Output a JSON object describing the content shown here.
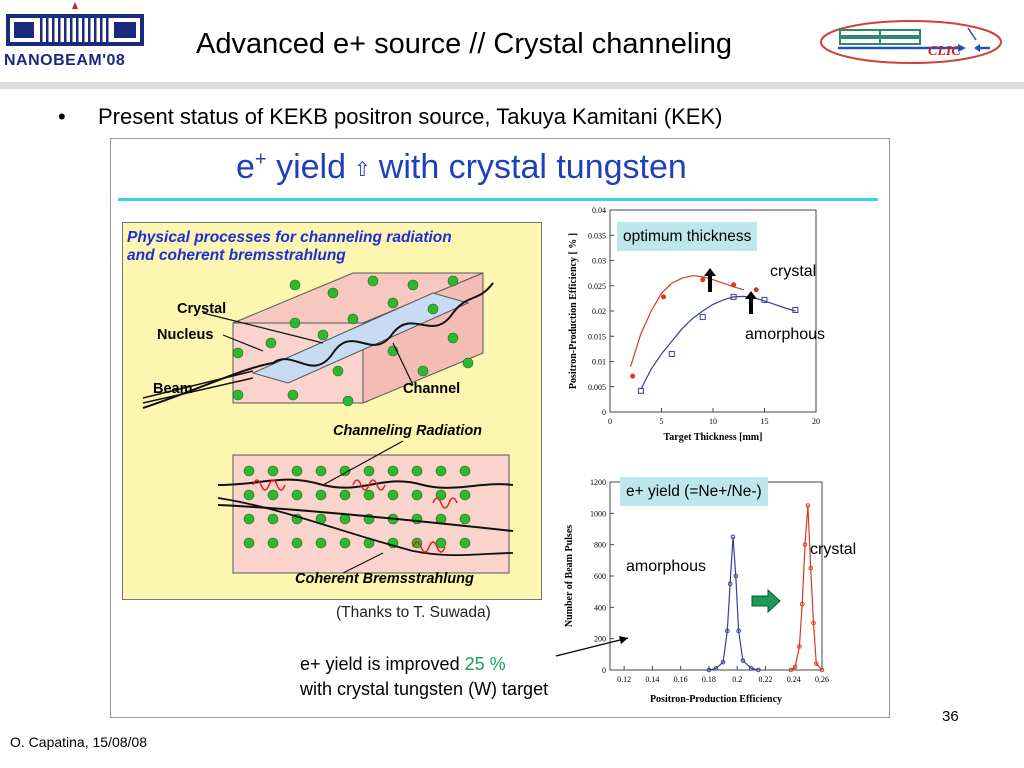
{
  "header": {
    "title": "Advanced e+ source // Crystal channeling",
    "logo_left_text": "NANOBEAM'08",
    "logo_right_text": "CLIC"
  },
  "bullet": "Present status of KEKB positron source, Takuya Kamitani (KEK)",
  "figure": {
    "title_main": "e",
    "title_sup": "+",
    "title_rest": "yield",
    "title_tail": "with crystal tungsten",
    "diagram": {
      "title_line1": "Physical processes for channeling radiation",
      "title_line2": "and coherent bremsstrahlung",
      "labels": {
        "crystal": "Crystal",
        "nucleus": "Nucleus",
        "beam": "Beam",
        "channel": "Channel",
        "channeling_radiation": "Channeling Radiation",
        "coherent_brems": "Coherent Bremsstrahlung"
      }
    },
    "thanks": "(Thanks to T. Suwada)",
    "note_line1_a": "e+ yield is improved",
    "note_line1_b": "25 %",
    "note_line2": "with crystal tungsten (W) target"
  },
  "colors": {
    "crystal": "#d83a20",
    "amorphous": "#3a3e98",
    "callout_bg": "#bde7ea",
    "title_blue": "#2040b8",
    "green_arrow": "#1a9a5a"
  },
  "chart_data": [
    {
      "type": "line",
      "xlabel": "Target Thickness [mm]",
      "ylabel": "Positron-Production Efficiency [ % ]",
      "xlim": [
        0,
        20
      ],
      "ylim": [
        0,
        0.04
      ],
      "xticks": [
        0,
        5,
        10,
        15,
        20
      ],
      "yticks": [
        0,
        0.005,
        0.01,
        0.015,
        0.02,
        0.025,
        0.03,
        0.035,
        0.04
      ],
      "callout": "optimum thickness",
      "series": [
        {
          "name": "crystal",
          "x": [
            2.2,
            5.2,
            9.0,
            12.0,
            14.2
          ],
          "y": [
            0.0071,
            0.0228,
            0.0262,
            0.0252,
            0.0242
          ]
        },
        {
          "name": "amorphous",
          "x": [
            3.0,
            6.0,
            9.0,
            12.0,
            15.0,
            18.0
          ],
          "y": [
            0.0042,
            0.0115,
            0.0188,
            0.0228,
            0.0222,
            0.0202
          ]
        }
      ],
      "crystal_curve": [
        [
          2,
          0.009
        ],
        [
          3,
          0.0155
        ],
        [
          4,
          0.02
        ],
        [
          5,
          0.0235
        ],
        [
          6,
          0.0255
        ],
        [
          7,
          0.0265
        ],
        [
          8,
          0.027
        ],
        [
          9,
          0.0268
        ],
        [
          10,
          0.0262
        ],
        [
          11,
          0.0255
        ],
        [
          12,
          0.0248
        ],
        [
          13,
          0.0242
        ]
      ],
      "amorphous_curve": [
        [
          3,
          0.0045
        ],
        [
          4,
          0.0085
        ],
        [
          5,
          0.0115
        ],
        [
          6,
          0.014
        ],
        [
          7,
          0.0165
        ],
        [
          8,
          0.0185
        ],
        [
          9,
          0.02
        ],
        [
          10,
          0.0213
        ],
        [
          11,
          0.0222
        ],
        [
          12,
          0.0228
        ],
        [
          13,
          0.0229
        ],
        [
          14,
          0.0226
        ],
        [
          15,
          0.022
        ],
        [
          16,
          0.0213
        ],
        [
          17,
          0.0206
        ],
        [
          18,
          0.02
        ]
      ]
    },
    {
      "type": "line",
      "xlabel": "Positron-Production Efficiency",
      "ylabel": "Number of Beam Pulses",
      "xlim": [
        0.11,
        0.26
      ],
      "ylim": [
        0,
        1200
      ],
      "xticks": [
        0.12,
        0.14,
        0.16,
        0.18,
        0.2,
        0.22,
        0.24,
        0.26
      ],
      "yticks": [
        0,
        200,
        400,
        600,
        800,
        1000,
        1200
      ],
      "callout": "e+ yield (=Ne+/Ne-)",
      "series": [
        {
          "name": "amorphous",
          "x": [
            0.18,
            0.185,
            0.19,
            0.193,
            0.195,
            0.197,
            0.199,
            0.201,
            0.204,
            0.21,
            0.215
          ],
          "y": [
            0,
            10,
            50,
            250,
            550,
            850,
            600,
            250,
            60,
            10,
            0
          ]
        },
        {
          "name": "crystal",
          "x": [
            0.238,
            0.241,
            0.244,
            0.246,
            0.248,
            0.25,
            0.252,
            0.254,
            0.256,
            0.26
          ],
          "y": [
            0,
            20,
            150,
            420,
            800,
            1050,
            650,
            300,
            40,
            0
          ]
        }
      ]
    }
  ]
}
